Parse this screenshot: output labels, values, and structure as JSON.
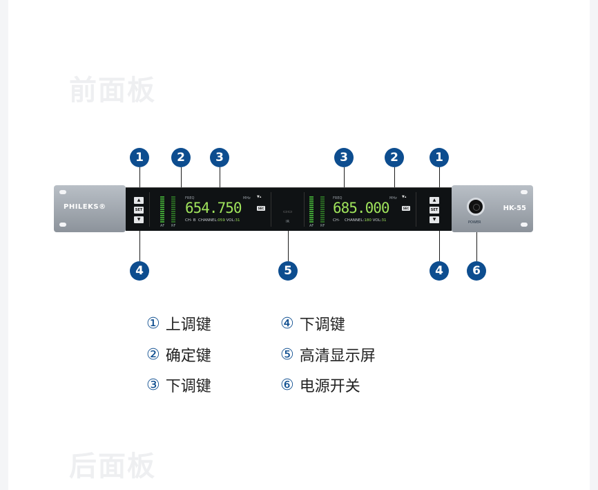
{
  "watermarks": {
    "top": "前面板",
    "bottom": "后面板"
  },
  "badges": {
    "up_left": "1",
    "set_left": "2",
    "lcd_left": "3",
    "lcd_right": "3",
    "set_right": "2",
    "up_right": "1",
    "down_left": "4",
    "display": "5",
    "down_right": "4",
    "power": "6"
  },
  "device": {
    "brand": "PHILEKS®",
    "model": "HK-55",
    "power_label": "POWER",
    "buttons": {
      "up": "▲",
      "set": "SET",
      "down": "▼"
    },
    "meter_labels": {
      "af": "AF",
      "rf": "RF"
    },
    "center_label": "IR",
    "left_channel": {
      "freq_label": "FREQ",
      "unit": "MHz",
      "frequency": "654.750",
      "ch_prefix": "CH-",
      "ch_value": "B",
      "channel_label": "CHANNEL:",
      "channel": "059",
      "vol_label": "VOL:",
      "vol": "31"
    },
    "right_channel": {
      "freq_label": "FREQ",
      "unit": "MHz",
      "frequency": "685.000",
      "ch_prefix": "CH-",
      "channel_label": "CHANNEL:",
      "channel": "180",
      "vol_label": "VOL:",
      "vol": "31"
    },
    "side_tag": "SEC"
  },
  "legend": [
    {
      "num": "①",
      "label": "上调键"
    },
    {
      "num": "④",
      "label": "下调键"
    },
    {
      "num": "②",
      "label": "确定键"
    },
    {
      "num": "⑤",
      "label": "高清显示屏"
    },
    {
      "num": "③",
      "label": "下调键"
    },
    {
      "num": "⑥",
      "label": "电源开关"
    }
  ],
  "colors": {
    "badge": "#0d4d8f",
    "lcd_green": "#9fe35b",
    "panel": "#0f1214"
  }
}
